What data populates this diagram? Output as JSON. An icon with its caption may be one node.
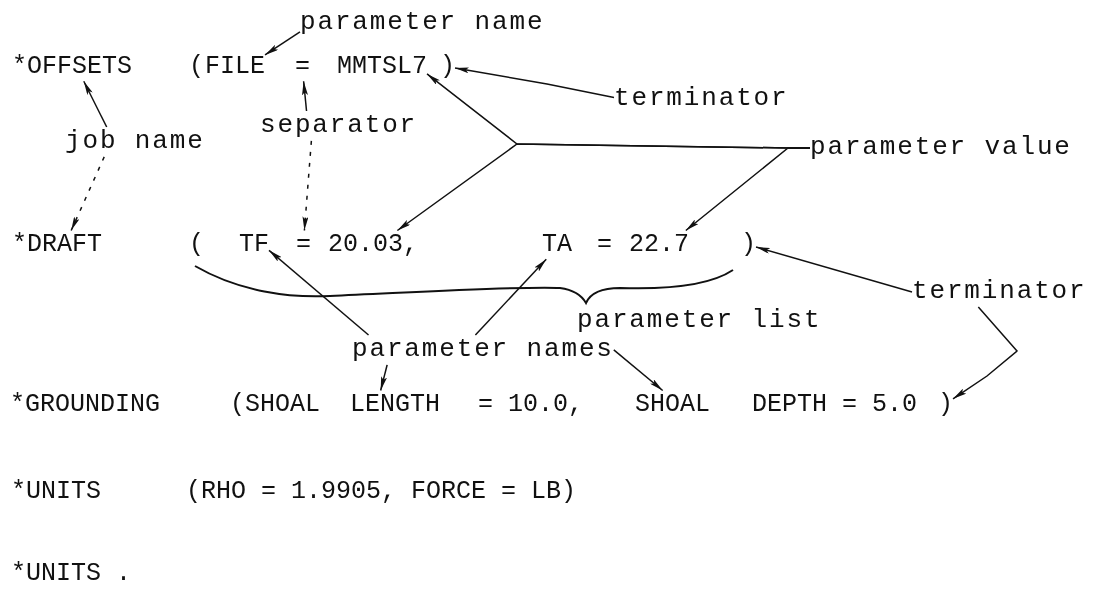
{
  "diagram": {
    "nodes": [
      {
        "text": [
          "parameter name"
        ]
      },
      {
        "text": [
          "*OFFSETS"
        ]
      },
      {
        "text": [
          "FILE"
        ]
      },
      {
        "text": [
          "="
        ]
      },
      {
        "text": [
          "MMTSL7"
        ]
      },
      {
        "text": [
          ")"
        ]
      },
      {
        "text": [
          "terminator"
        ]
      },
      {
        "text": [
          "separator"
        ]
      },
      {
        "text": [
          "job name"
        ]
      },
      {
        "text": [
          "parameter value"
        ]
      },
      {
        "text": [
          "*DRAFT"
        ]
      },
      {
        "text": [
          "TF"
        ]
      },
      {
        "text": [
          "="
        ]
      },
      {
        "text": [
          "20.03,"
        ]
      },
      {
        "text": [
          "TA"
        ]
      },
      {
        "text": [
          "22.7"
        ]
      },
      {
        "text": [
          ")"
        ]
      },
      {
        "text": [
          "terminator"
        ]
      },
      {
        "text": [
          "parameter names"
        ]
      },
      {
        "text": [
          "LENGTH"
        ]
      },
      {
        "text": [
          "SHOAL"
        ]
      },
      {
        "text": [
          ")"
        ]
      }
    ],
    "edges": [
      {
        "from": 0,
        "to": 2,
        "arrow": "to"
      },
      {
        "from": 6,
        "to": 5,
        "arrow": "to"
      },
      {
        "from": 7,
        "to": 3,
        "arrow": "to"
      },
      {
        "from": 7,
        "to": 12,
        "arrow": "to",
        "style": "dashed"
      },
      {
        "from": 8,
        "to": 1,
        "arrow": "to"
      },
      {
        "from": 8,
        "to": 10,
        "arrow": "to",
        "style": "dashed"
      },
      {
        "from": 9,
        "to": 4,
        "arrow": "to"
      },
      {
        "from": 9,
        "to": 13,
        "arrow": "to"
      },
      {
        "from": 9,
        "to": 15,
        "arrow": "to"
      },
      {
        "from": 18,
        "to": 11,
        "arrow": "to"
      },
      {
        "from": 18,
        "to": 14,
        "arrow": "to"
      },
      {
        "from": 18,
        "to": 19,
        "arrow": "to"
      },
      {
        "from": 18,
        "to": 20,
        "arrow": "to"
      },
      {
        "from": 17,
        "to": 16,
        "arrow": "to"
      },
      {
        "from": 17,
        "to": 21,
        "arrow": "to"
      }
    ],
    "labels": [
      "(",
      "(",
      "=",
      "parameter list",
      "*GROUNDING",
      "(SHOAL",
      "= 10.0,",
      "DEPTH = 5.0",
      "*UNITS",
      "(RHO = 1.9905, FORCE = LB)",
      "*UNITS ."
    ]
  }
}
